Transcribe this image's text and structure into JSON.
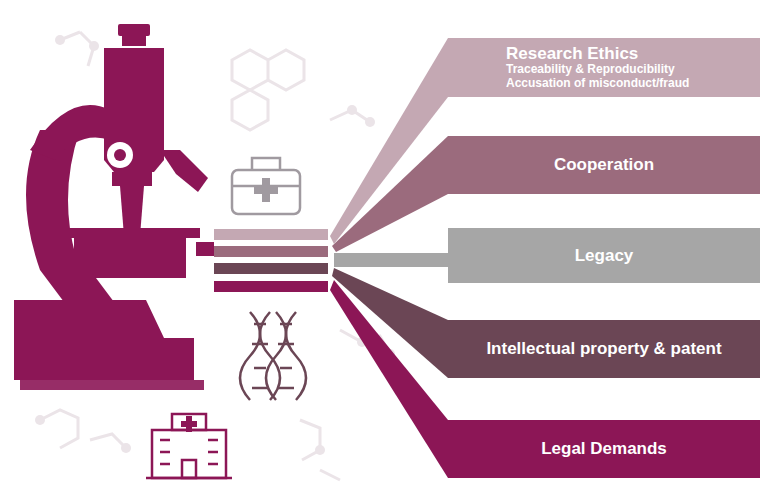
{
  "diagram": {
    "nodes": [
      {
        "text": [
          "Research Ethics",
          "Traceability & Reproducibility",
          "Accusation of misconduct/fraud"
        ]
      },
      {
        "text": [
          "Cooperation"
        ]
      },
      {
        "text": [
          "Legacy"
        ]
      },
      {
        "text": [
          "Intellectual property & patent"
        ]
      },
      {
        "text": [
          "Legal Demands"
        ]
      }
    ]
  }
}
